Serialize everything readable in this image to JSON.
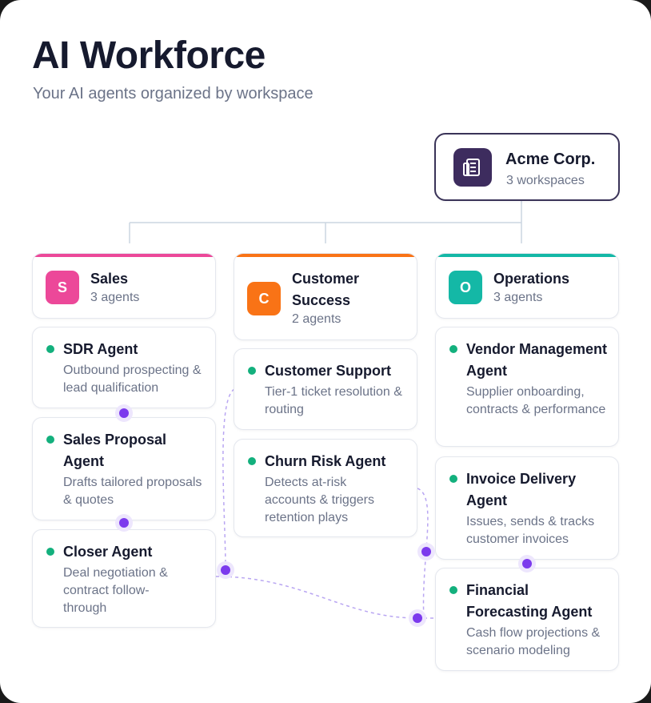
{
  "header": {
    "title": "AI Workforce",
    "subtitle": "Your AI agents organized by workspace"
  },
  "org": {
    "name": "Acme Corp.",
    "workspaces_label": "3 workspaces",
    "icon": "building-icon"
  },
  "workspaces": [
    {
      "name": "Sales",
      "initial": "S",
      "agents_label": "3 agents",
      "color": "#ec4899",
      "agents": [
        {
          "name": "SDR Agent",
          "description": "Outbound prospecting & lead qualification"
        },
        {
          "name": "Sales Proposal Agent",
          "description": "Drafts tailored proposals & quotes"
        },
        {
          "name": "Closer Agent",
          "description": "Deal negotiation & contract follow-through"
        }
      ]
    },
    {
      "name": "Customer Success",
      "initial": "C",
      "agents_label": "2 agents",
      "color": "#f97316",
      "agents": [
        {
          "name": "Customer Support",
          "description": "Tier-1 ticket resolution & routing"
        },
        {
          "name": "Churn Risk Agent",
          "description": "Detects at-risk accounts & triggers retention plays"
        }
      ]
    },
    {
      "name": "Operations",
      "initial": "O",
      "agents_label": "3 agents",
      "color": "#14b8a6",
      "agents": [
        {
          "name": "Vendor Management Agent",
          "description": "Supplier onboarding, contracts & performance"
        },
        {
          "name": "Invoice Delivery Agent",
          "description": "Issues, sends & tracks customer invoices"
        },
        {
          "name": "Financial Forecasting Agent",
          "description": "Cash flow projections & scenario modeling"
        }
      ]
    }
  ],
  "colors": {
    "status_active": "#13b07d",
    "connector": "#cbd5e1",
    "handoff": "#8b5cf6",
    "root_border": "#3a3358",
    "root_icon_bg": "#3d2c5e"
  }
}
